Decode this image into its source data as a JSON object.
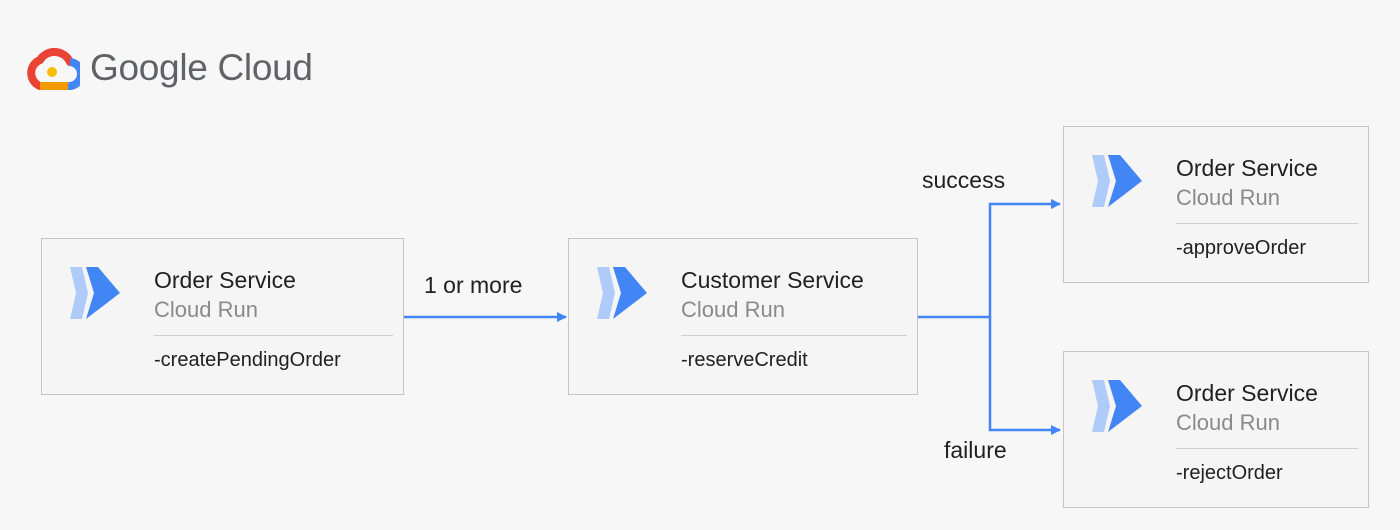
{
  "brand": {
    "name": "Google Cloud",
    "logo_icon": "google-cloud-logo-icon",
    "colors": {
      "red": "#ea4335",
      "blue": "#4285f4",
      "yellow": "#fbbc04",
      "green": "#34a853",
      "orange": "#f29900"
    }
  },
  "nodes": [
    {
      "id": "create",
      "title": "Order Service",
      "subtitle": "Cloud Run",
      "method": "-createPendingOrder",
      "icon": "cloud-run-icon"
    },
    {
      "id": "reserve",
      "title": "Customer Service",
      "subtitle": "Cloud Run",
      "method": "-reserveCredit",
      "icon": "cloud-run-icon"
    },
    {
      "id": "approve",
      "title": "Order Service",
      "subtitle": "Cloud Run",
      "method": "-approveOrder",
      "icon": "cloud-run-icon"
    },
    {
      "id": "reject",
      "title": "Order Service",
      "subtitle": "Cloud Run",
      "method": "-rejectOrder",
      "icon": "cloud-run-icon"
    }
  ],
  "edges": [
    {
      "from": "create",
      "to": "reserve",
      "label": "1 or more"
    },
    {
      "from": "reserve",
      "to": "approve",
      "label": "success"
    },
    {
      "from": "reserve",
      "to": "reject",
      "label": "failure"
    }
  ],
  "colors": {
    "arrow": "#4285f4",
    "icon_blue": "#4285f4",
    "icon_light": "#aecbfa",
    "card_border": "#c5c5c5"
  }
}
